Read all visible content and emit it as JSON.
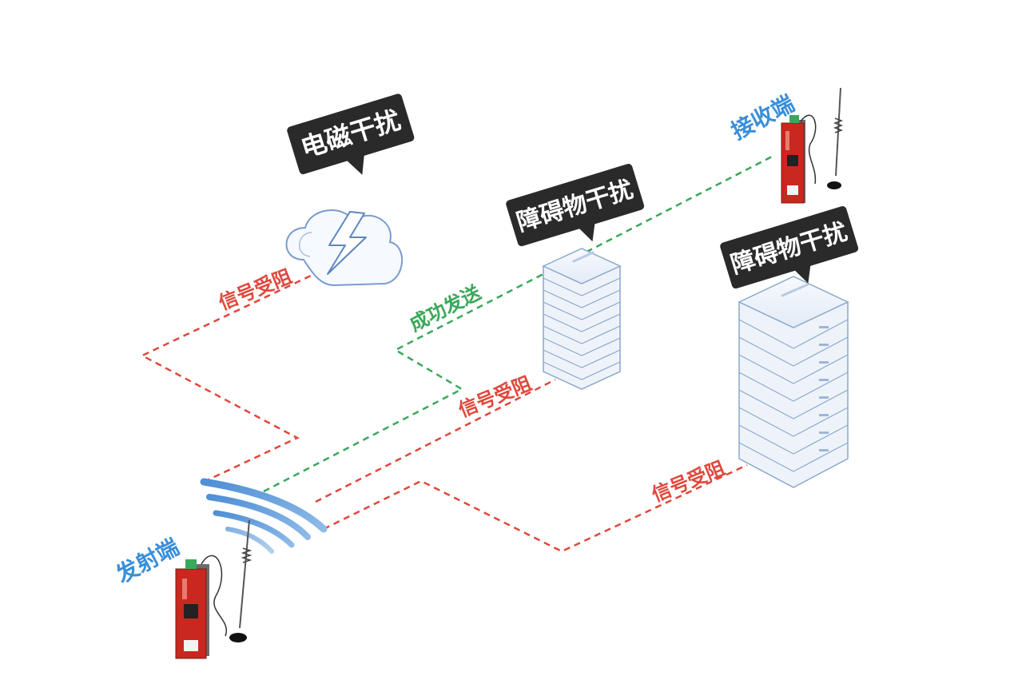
{
  "labels": {
    "emi_interference": "电磁干扰",
    "obstacle_interference_1": "障碍物干扰",
    "obstacle_interference_2": "障碍物干扰",
    "receiver": "接收端",
    "transmitter": "发射端",
    "success": "成功发送",
    "blocked_1": "信号受阻",
    "blocked_2": "信号受阻",
    "blocked_3": "信号受阻"
  },
  "colors": {
    "blocked_line": "#e0483c",
    "success_line": "#3aa85a",
    "endpoint_label": "#3a8fd8",
    "callout_bg": "#2a2a2a",
    "callout_text": "#ffffff",
    "server_stroke": "#8aa8cc",
    "device_body": "#c8281e"
  },
  "icons": [
    "cloud-lightning-icon",
    "server-stack-icon",
    "router-device-icon",
    "signal-wave-icon",
    "antenna-icon"
  ]
}
